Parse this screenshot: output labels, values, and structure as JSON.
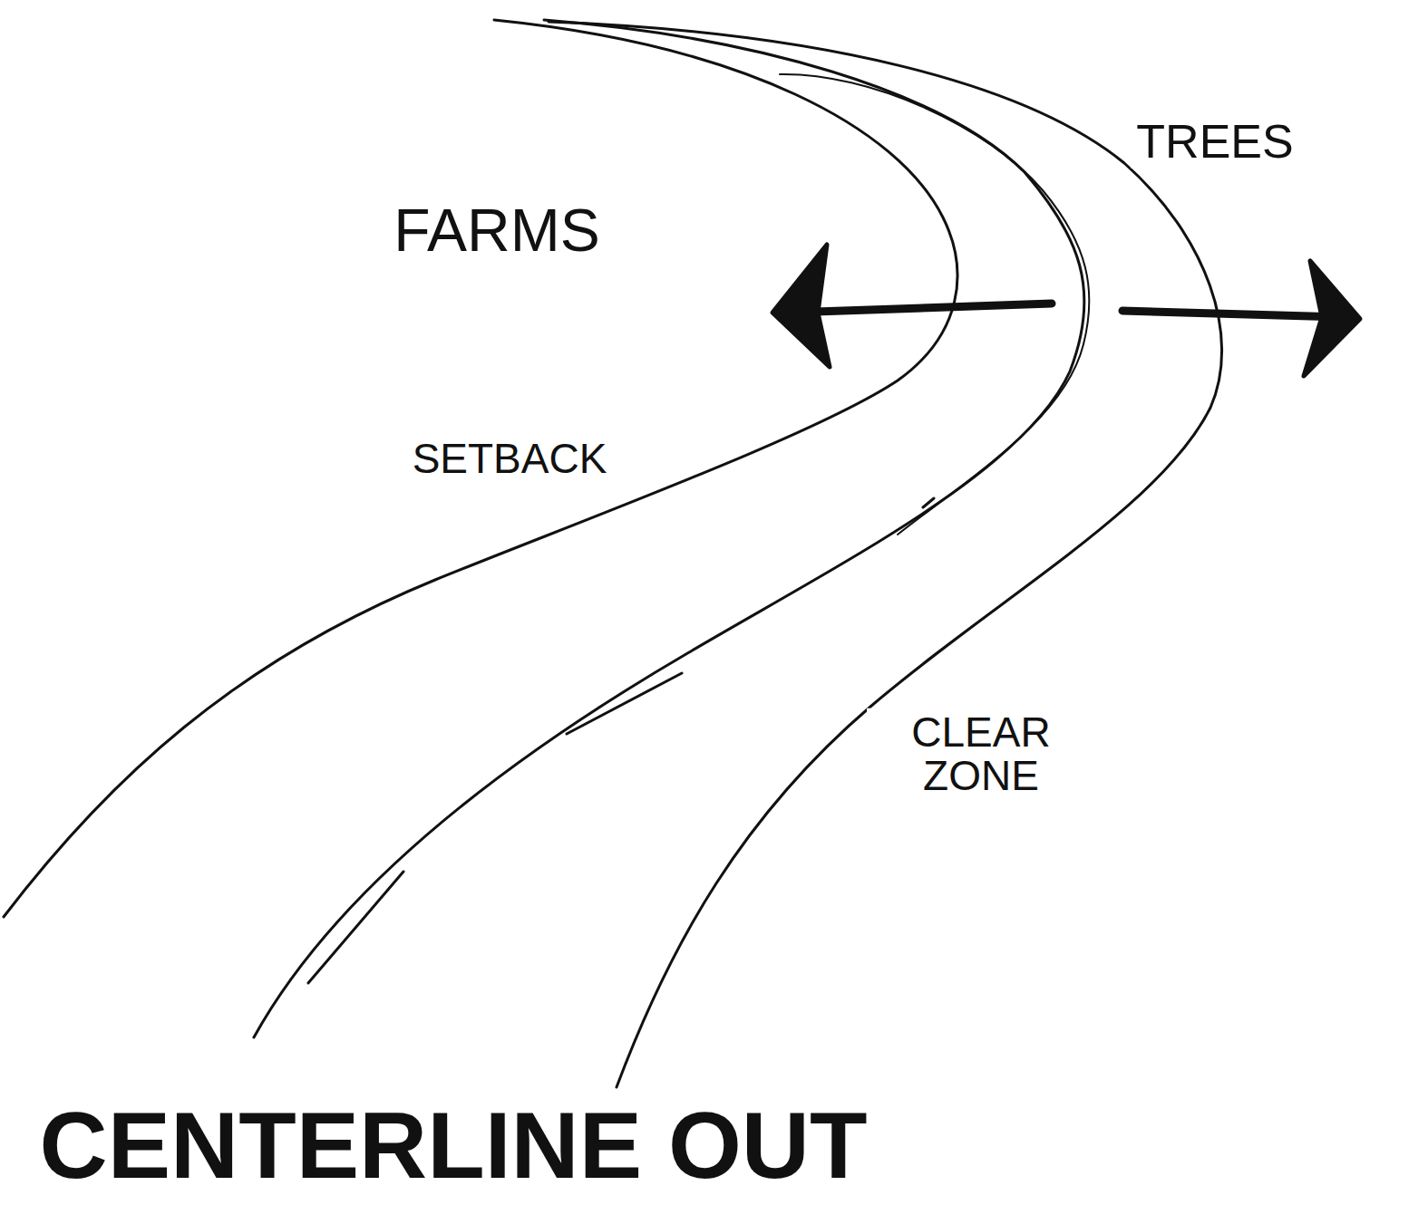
{
  "diagram": {
    "title": "CENTERLINE OUT",
    "labels": [
      "FARMS",
      "TREES",
      "SETBACK",
      "CLEAR ZONE"
    ]
  }
}
